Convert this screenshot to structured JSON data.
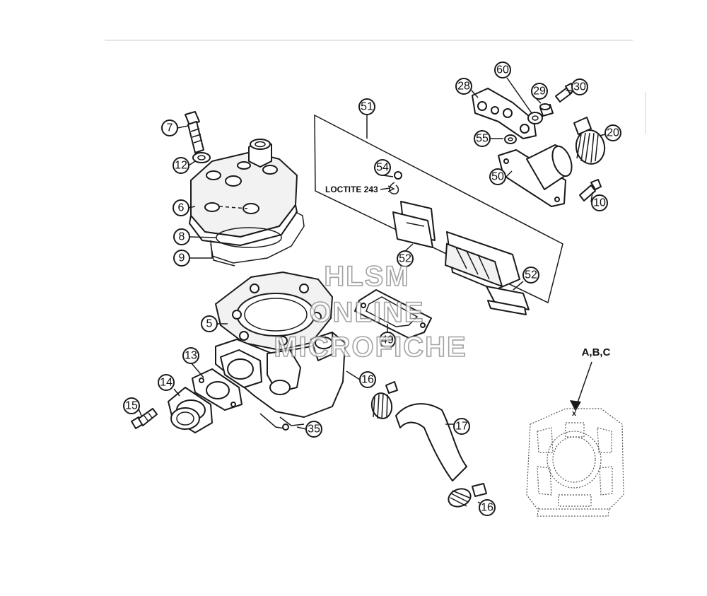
{
  "callouts": {
    "c7": "7",
    "c12": "12",
    "c6": "6",
    "c8": "8",
    "c9": "9",
    "c5": "5",
    "c13": "13",
    "c14": "14",
    "c15": "15",
    "c35": "35",
    "c16a": "16",
    "c16b": "16",
    "c17": "17",
    "c51": "51",
    "c54": "54",
    "c52a": "52",
    "c52b": "52",
    "c49": "49",
    "c28": "28",
    "c60": "60",
    "c29": "29",
    "c30": "30",
    "c55": "55",
    "c20": "20",
    "c50": "50",
    "c10": "10"
  },
  "labels": {
    "loctite": "LOCTITE 243",
    "variants": "A,B,C",
    "variant_mark": "x"
  },
  "watermark": {
    "line1": "HLSM",
    "line2": "ONLINE",
    "line3": "MICROFICHE"
  },
  "colors": {
    "ink": "#1a1a1a",
    "watermark_outline": "#8a8a8a",
    "background": "#ffffff"
  }
}
